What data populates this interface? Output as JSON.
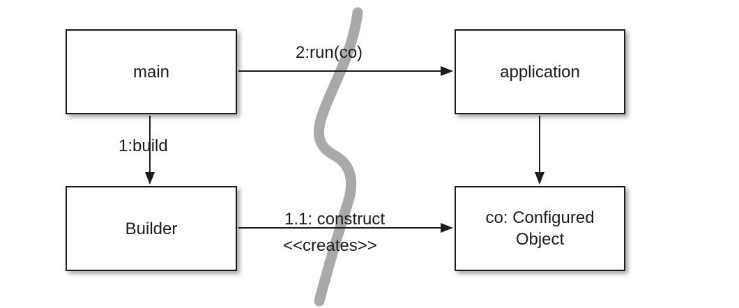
{
  "boxes": {
    "main": "main",
    "application": "application",
    "builder": "Builder",
    "configured": "co: Configured\nObject"
  },
  "labels": {
    "run": "2:run(co)",
    "build": "1:build",
    "construct": "1.1: construct",
    "creates": "<<creates>>"
  },
  "colors": {
    "stroke": "#1c1c1c",
    "divider": "#a9a9a9"
  }
}
